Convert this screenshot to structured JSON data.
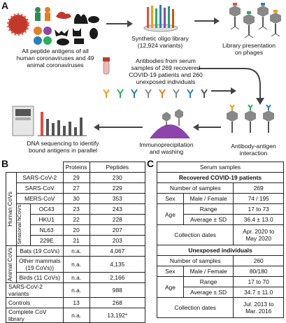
{
  "panel_a": {
    "letter": "A",
    "cap_antigens": [
      "All peptide antigens of all",
      "human coronaviruses and 49",
      "animal coronaviruses"
    ],
    "cap_library": [
      "Synthetic oligo library",
      "(12,924 variants)"
    ],
    "cap_phage": [
      "Library presentation",
      "on phages"
    ],
    "cap_antibodies": [
      "Antibodies from serum",
      "samples of 269 recovered",
      "COVID-19 patients and 260",
      "unexposed individuals"
    ],
    "cap_interaction": [
      "Antibody-antigen",
      "interaction"
    ],
    "cap_ip": [
      "Immunoprecipitation",
      "and washing"
    ],
    "cap_seq": [
      "DNA sequencing to identify",
      "bound antigens in parallel"
    ]
  },
  "panel_b": {
    "letter": "B",
    "headers": [
      "Proteins",
      "Peptides"
    ],
    "group_human": "Human CoVs",
    "group_seasonal": "Seasonal hCoVs",
    "group_animal": "Animal CoVs",
    "human_rows": [
      {
        "name": "SARS-CoV-2",
        "proteins": "29",
        "peptides": "230"
      },
      {
        "name": "SARS-CoV",
        "proteins": "27",
        "peptides": "229"
      },
      {
        "name": "MERS-CoV",
        "proteins": "30",
        "peptides": "353"
      }
    ],
    "seasonal_rows": [
      {
        "name": "OC43",
        "proteins": "23",
        "peptides": "243"
      },
      {
        "name": "HKU1",
        "proteins": "22",
        "peptides": "228"
      },
      {
        "name": "NL63",
        "proteins": "20",
        "peptides": "207"
      },
      {
        "name": "229E",
        "proteins": "21",
        "peptides": "203"
      }
    ],
    "animal_rows": [
      {
        "name": "Bats (19 CoVs)",
        "proteins": "n.a.",
        "peptides": "4,067"
      },
      {
        "name": "Other mammals (19 CoVs))",
        "proteins": "n.a.",
        "peptides": "4,135"
      },
      {
        "name": "Birds (11 CoVs)",
        "proteins": "n.a.",
        "peptides": "2,166"
      }
    ],
    "other_rows": [
      {
        "name": "SARS-CoV-2 variants",
        "proteins": "n.a.",
        "peptides": "988"
      },
      {
        "name": "Controls",
        "proteins": "13",
        "peptides": "268"
      },
      {
        "name": "Complete CoV library",
        "proteins": "n.a.",
        "peptides": "13,192*"
      }
    ]
  },
  "panel_c": {
    "letter": "C",
    "header": "Serum samples",
    "recovered": {
      "title": "Recovered COVID-19 patients",
      "n_label": "Number of samples",
      "n_value": "269",
      "sex_label": "Sex",
      "sex_sub": "Male / Female",
      "sex_value": "74 / 195",
      "age_label": "Age",
      "range_label": "Range",
      "range_value": "17 to 73",
      "avg_label": "Average ± SD",
      "avg_value": "36.4 ± 13.0",
      "dates_label": "Collection dates",
      "dates_value": [
        "Apr. 2020 to",
        "May 2020"
      ]
    },
    "unexposed": {
      "title": "Unexposed individuals",
      "n_label": "Number of samples",
      "n_value": "260",
      "sex_label": "Sex",
      "sex_sub": "Male / Female",
      "sex_value": "80/180",
      "age_label": "Age",
      "range_label": "Range",
      "range_value": "17 to 70",
      "avg_label": "Average ± SD",
      "avg_value": "34.7 ± 11.0",
      "dates_label": "Collection dates",
      "dates_value": [
        "Jul. 2013 to",
        "Mar. 2016"
      ]
    }
  }
}
